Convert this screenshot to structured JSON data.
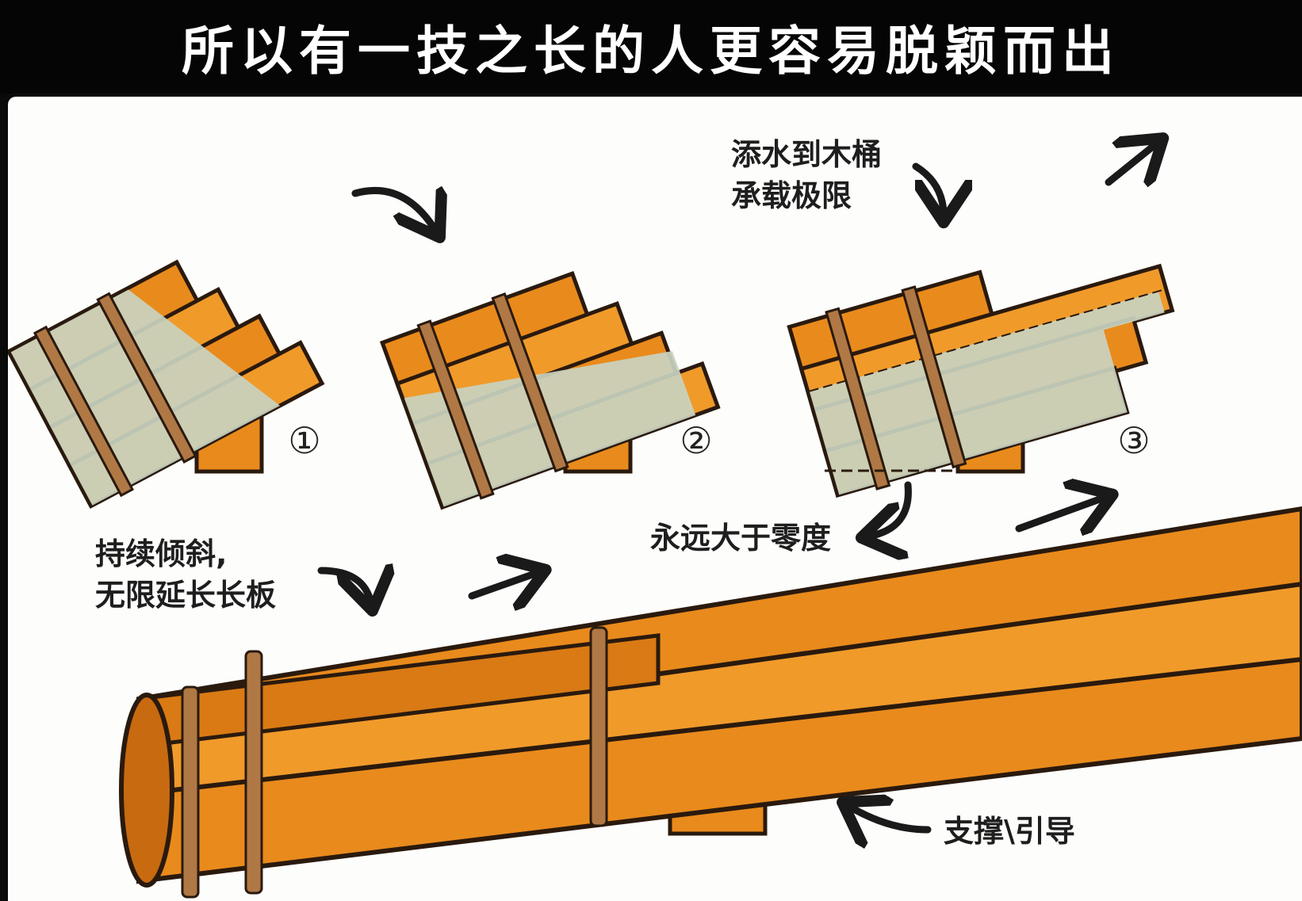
{
  "title": "所以有一技之长的人更容易脱颖而出",
  "labels": {
    "fill_water_line1": "添水到木桶",
    "fill_water_line2": "承载极限",
    "tilt_line1": "持续倾斜,",
    "tilt_line2": "无限延长长板",
    "above_zero": "永远大于零度",
    "support": "支撑\\引导"
  },
  "steps": [
    "①",
    "②",
    "③"
  ],
  "colors": {
    "wood": "#e98a1c",
    "wood_dark": "#b85a0c",
    "water": "#c9d2c0",
    "outline": "#2a1a0e",
    "band": "#b07844"
  }
}
